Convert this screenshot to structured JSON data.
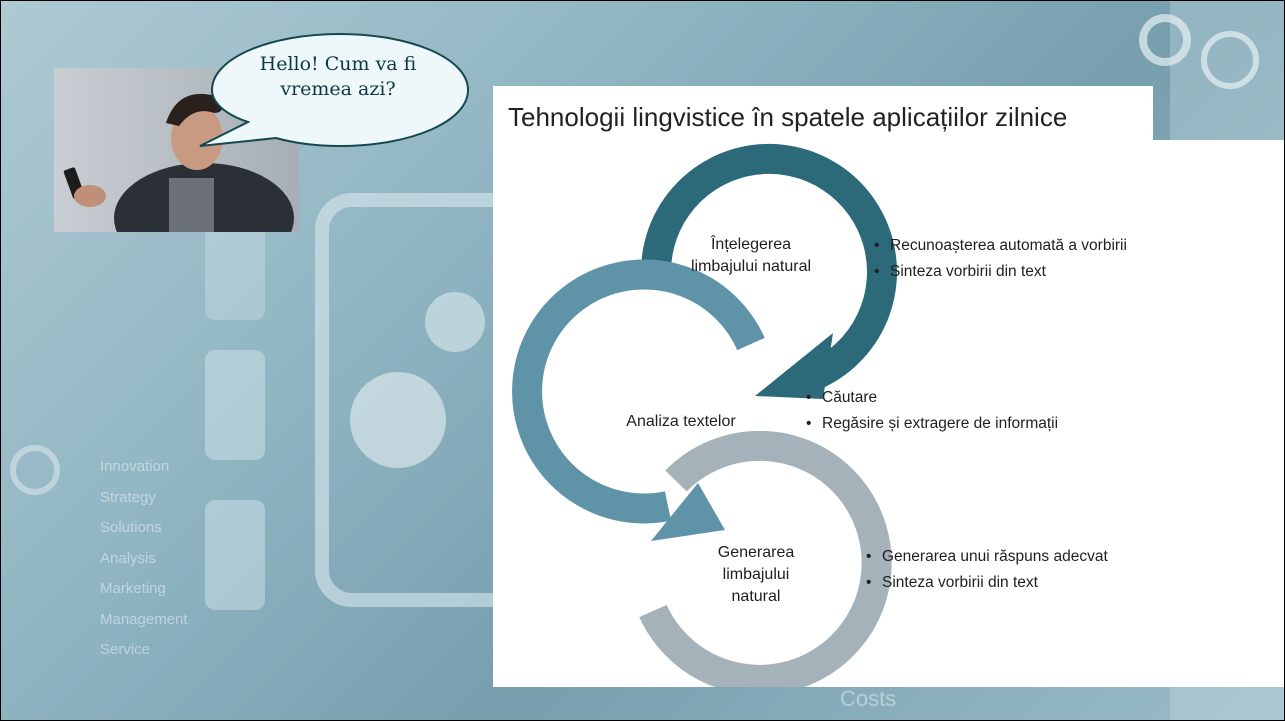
{
  "slide": {
    "title": "Tehnologii lingvistice în spatele aplicațiilor zilnice",
    "speech_bubble": "Hello! Cum va fi vremea azi?"
  },
  "background_words": [
    "Innovation",
    "Strategy",
    "Solutions",
    "Analysis",
    "Marketing",
    "Management",
    "Service",
    "Costs"
  ],
  "cycle": [
    {
      "label": "Înțelegerea limbajului natural",
      "bullets": [
        "Recunoașterea automată a vorbirii",
        "Sinteza vorbirii din text"
      ],
      "color": "#2c6a7a"
    },
    {
      "label": "Analiza textelor",
      "bullets": [
        "Căutare",
        "Regăsire și extragere de informații"
      ],
      "color": "#5f93a7"
    },
    {
      "label": "Generarea limbajului natural",
      "bullets": [
        "Generarea unui răspuns adecvat",
        "Sinteza vorbirii din text"
      ],
      "color": "#a6b2ba"
    }
  ],
  "colors": {
    "panel": "#ffffff",
    "text": "#1f1f1f",
    "bubble_text": "#0e3a3f"
  }
}
